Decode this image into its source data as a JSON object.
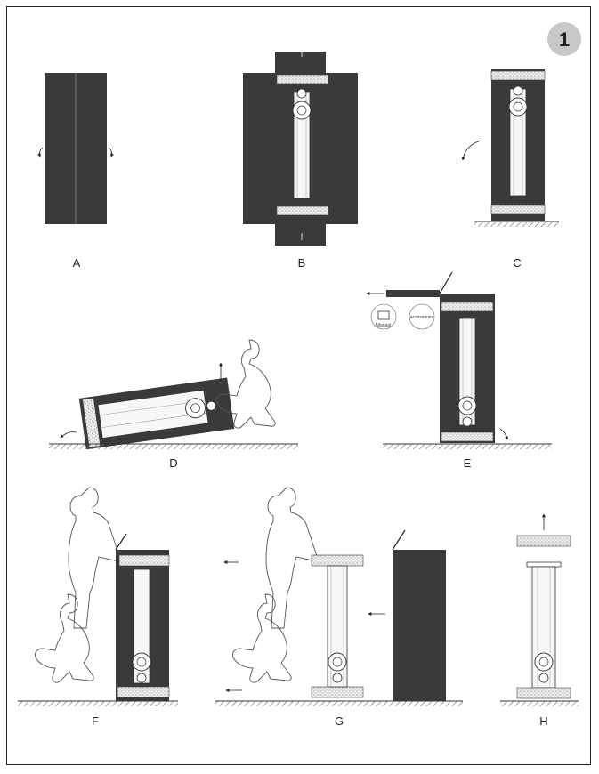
{
  "page_number": "1",
  "steps": [
    {
      "label": "A"
    },
    {
      "label": "B"
    },
    {
      "label": "C"
    },
    {
      "label": "D"
    },
    {
      "label": "E"
    },
    {
      "label": "F"
    },
    {
      "label": "G"
    },
    {
      "label": "H"
    }
  ],
  "items": {
    "manual": "Manual",
    "accessories": "accessories"
  },
  "colors": {
    "box": "#3a3a3a",
    "foam": "#e6e6e6",
    "ground": "#555555",
    "badge": "#c8c8c8"
  }
}
